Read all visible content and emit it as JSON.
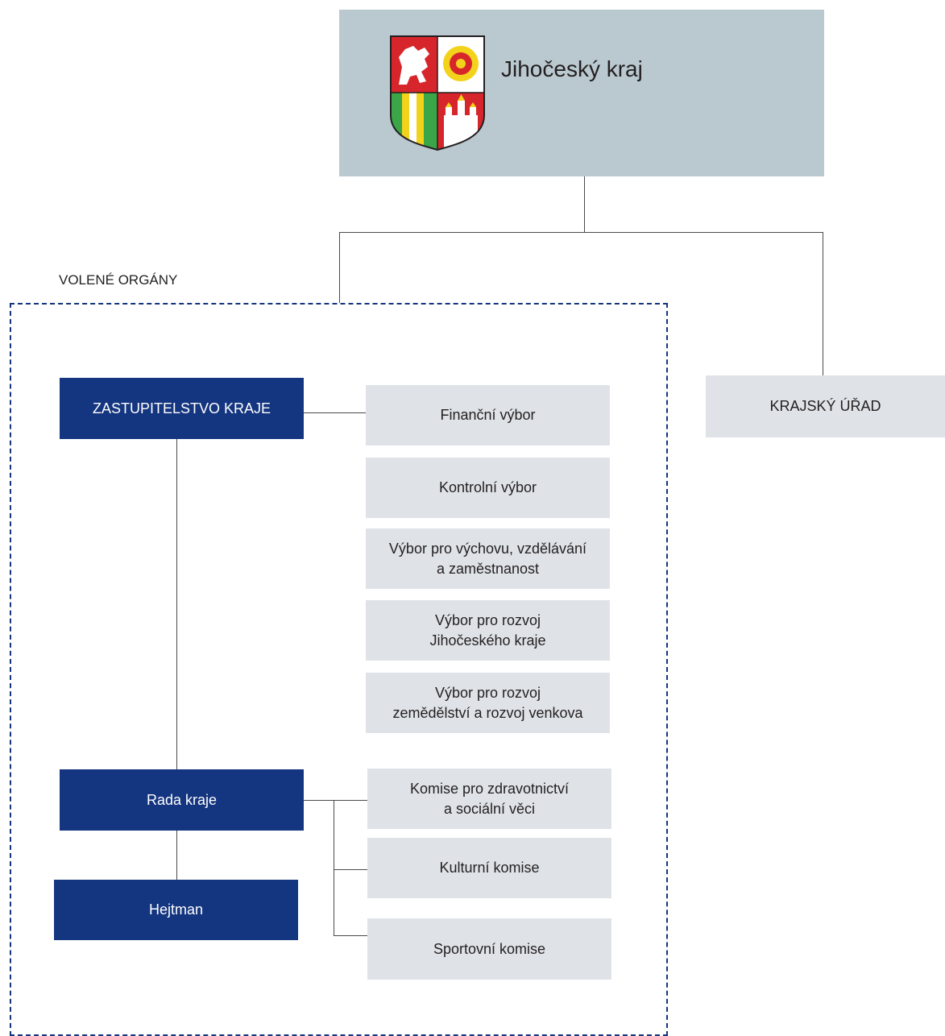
{
  "header": {
    "title": "Jihočeský kraj",
    "colors": {
      "header_bg": "#bac9d0",
      "dark_box": "#14357f",
      "light_box": "#dfe3e8",
      "dashed": "#14357f"
    }
  },
  "section_label": "VOLENÉ ORGÁNY",
  "krajsky_urad": "KRAJSKÝ ÚŘAD",
  "zastupitelstvo": "ZASTUPITELSTVO KRAJE",
  "rada": "Rada kraje",
  "hejtman": "Hejtman",
  "vybory": [
    "Finanční výbor",
    "Kontrolní výbor",
    "Výbor pro výchovu, vzdělávání\na zaměstnanost",
    "Výbor pro rozvoj\nJihočeského kraje",
    "Výbor pro rozvoj\nzemědělství a rozvoj venkova"
  ],
  "komise": [
    "Komise pro zdravotnictví\na sociální věci",
    "Kulturní komise",
    "Sportovní komise"
  ],
  "icons": {
    "logo": "jihocesky-kraj-coat-of-arms"
  }
}
